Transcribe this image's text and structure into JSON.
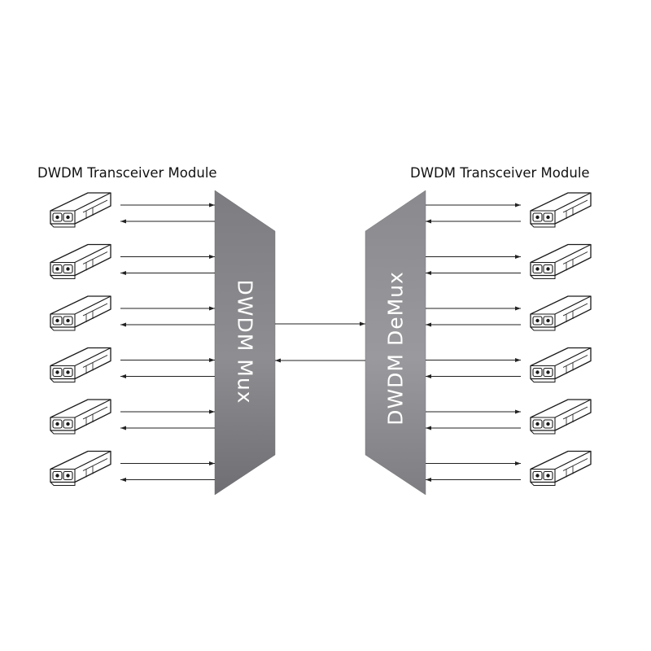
{
  "left_label": "DWDM Transceiver Module",
  "right_label": "DWDM Transceiver Module",
  "mux_label": "DWDM Mux",
  "demux_label": "DWDM DeMux",
  "colors": {
    "mux_fill": "#858589",
    "demux_fill": "#8f8f93",
    "line": "#222222",
    "module_stroke": "#1a1a1a"
  },
  "channel_count": 6
}
